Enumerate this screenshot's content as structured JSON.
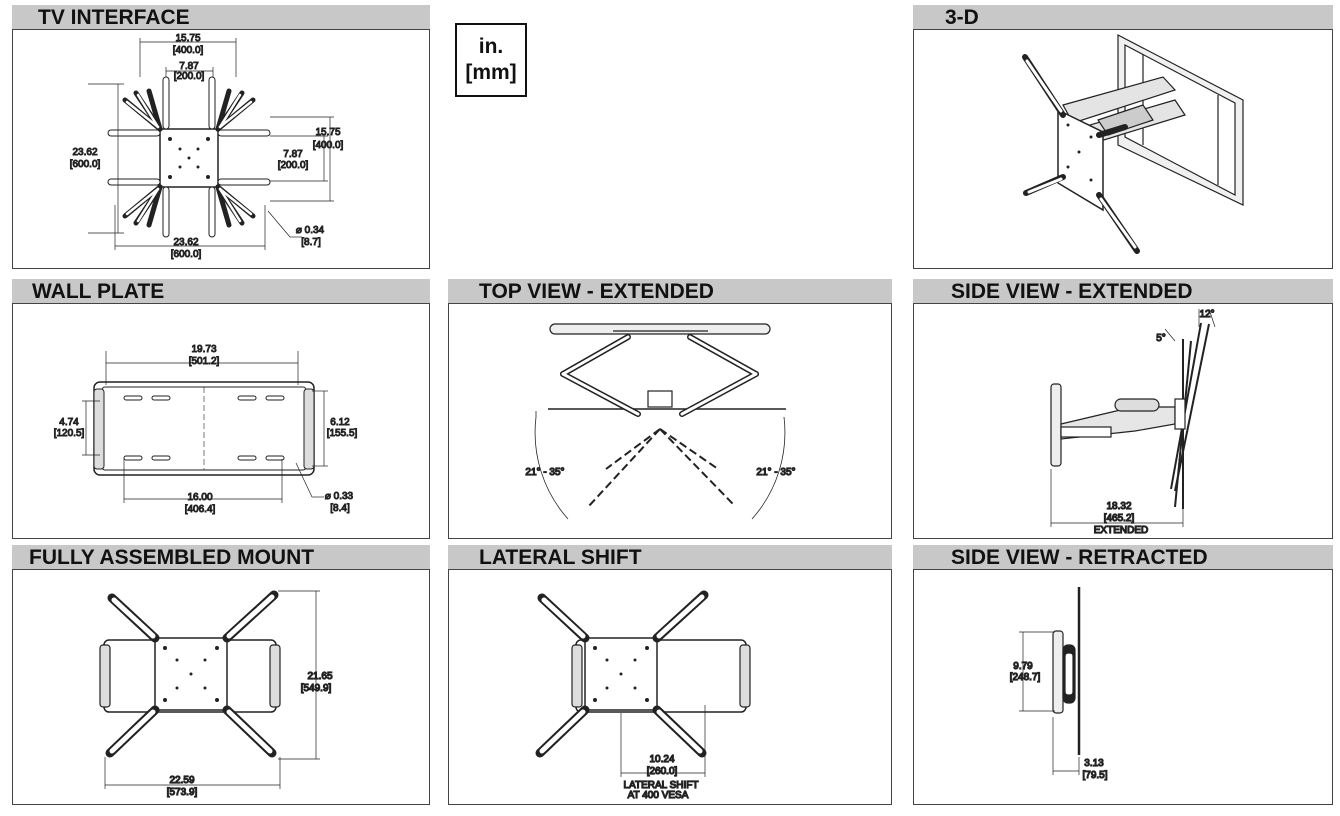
{
  "units": {
    "line1": "in.",
    "line2": "[mm]"
  },
  "panels": {
    "tv_interface": {
      "title": "TV INTERFACE",
      "dims": {
        "w_outer": "15.75",
        "w_outer_mm": "[400.0]",
        "w_inner": "7.87",
        "w_inner_mm": "[200.0]",
        "h_outer": "15.75",
        "h_outer_mm": "[400.0]",
        "h_inner": "7.87",
        "h_inner_mm": "[200.0]",
        "h_max": "23.62",
        "h_max_mm": "[600.0]",
        "w_max": "23.62",
        "w_max_mm": "[600.0]",
        "hole": "⌀ 0.34",
        "hole_mm": "[8.7]"
      }
    },
    "three_d": {
      "title": "3-D"
    },
    "wall_plate": {
      "title": "WALL PLATE",
      "dims": {
        "w": "19.73",
        "w_mm": "[501.2]",
        "h_left": "4.74",
        "h_left_mm": "[120.5]",
        "h_right": "6.12",
        "h_right_mm": "[155.5]",
        "w_holes": "16.00",
        "w_holes_mm": "[406.4]",
        "hole": "⌀ 0.33",
        "hole_mm": "[8.4]"
      }
    },
    "top_view": {
      "title": "TOP VIEW - EXTENDED",
      "dims": {
        "angle_left": "21° - 35°",
        "angle_right": "21° - 35°"
      }
    },
    "side_extended": {
      "title": "SIDE VIEW - EXTENDED",
      "dims": {
        "tilt_up": "12°",
        "tilt_down": "5°",
        "depth": "18.32",
        "depth_mm": "[465.2]",
        "depth_note": "EXTENDED"
      }
    },
    "fully_assembled": {
      "title": "FULLY ASSEMBLED MOUNT",
      "dims": {
        "h": "21.65",
        "h_mm": "[549.9]",
        "w": "22.59",
        "w_mm": "[573.9]"
      }
    },
    "lateral_shift": {
      "title": "LATERAL SHIFT",
      "dims": {
        "shift": "10.24",
        "shift_mm": "[260.0]",
        "note1": "LATERAL SHIFT",
        "note2": "AT 400 VESA"
      }
    },
    "side_retracted": {
      "title": "SIDE VIEW - RETRACTED",
      "dims": {
        "h": "9.79",
        "h_mm": "[248.7]",
        "depth": "3.13",
        "depth_mm": "[79.5]"
      }
    }
  }
}
